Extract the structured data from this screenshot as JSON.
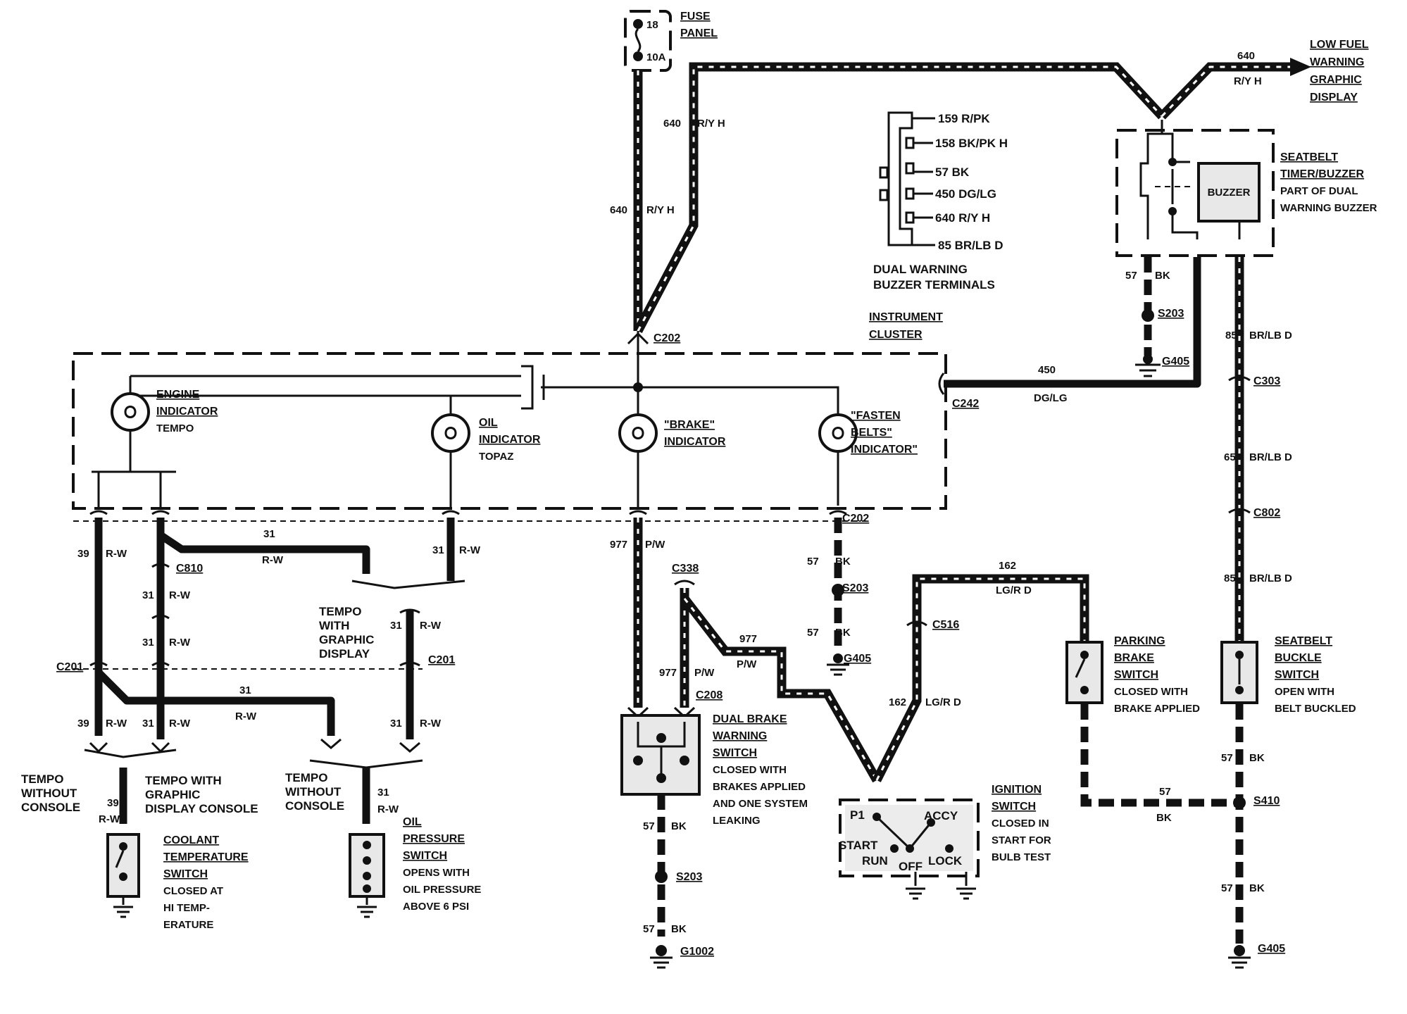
{
  "fuse_panel": {
    "line1": "FUSE",
    "line2": "PANEL",
    "fuse_num": "18",
    "rating": "10A"
  },
  "low_fuel": {
    "wire": "640",
    "color": "R/Y H",
    "lines": [
      "LOW FUEL",
      "WARNING",
      "GRAPHIC",
      "DISPLAY"
    ]
  },
  "feed_wire": {
    "num": "640",
    "color": "R/Y H"
  },
  "terminals": {
    "items": [
      "159 R/PK",
      "158 BK/PK H",
      "57 BK",
      "450 DG/LG",
      "640 R/Y H",
      "85 BR/LB D"
    ],
    "caption1": "DUAL WARNING",
    "caption2": "BUZZER TERMINALS"
  },
  "seatbelt_timer": {
    "lines": [
      "SEATBELT",
      "TIMER/BUZZER",
      "PART OF DUAL",
      "WARNING BUZZER"
    ],
    "buzzer": "BUZZER"
  },
  "instrument_cluster": {
    "line1": "INSTRUMENT",
    "line2": "CLUSTER"
  },
  "connectors": {
    "c202_top": "C202",
    "c202_bottom": "C202",
    "c242": "C242",
    "c303": "C303",
    "c802": "C802",
    "c810": "C810",
    "c201_left": "C201",
    "c201_right": "C201",
    "c338": "C338",
    "c208": "C208",
    "c516": "C516"
  },
  "splices": {
    "s203_top": "S203",
    "s203_mid": "S203",
    "s203_bottom": "S203",
    "s410": "S410"
  },
  "grounds": {
    "g405_top": "G405",
    "g405_mid": "G405",
    "g405_bottom": "G405",
    "g1002": "G1002"
  },
  "indicators": {
    "engine": [
      "ENGINE",
      "INDICATOR"
    ],
    "engine_note": "TEMPO",
    "oil": [
      "OIL",
      "INDICATOR"
    ],
    "oil_note": "TOPAZ",
    "brake": [
      "\"BRAKE\"",
      "INDICATOR"
    ],
    "fasten": [
      "\"FASTEN",
      "BELTS\"",
      "INDICATOR\""
    ]
  },
  "wire_labels": {
    "w450": "450",
    "w450_color": "DG/LG",
    "w85": "85",
    "w85_color": "BR/LB D",
    "w65": "65",
    "w65_color": "BR/LB D",
    "w57": "57",
    "w57_color": "BK",
    "w977": "977",
    "w977_color": "P/W",
    "w162": "162",
    "w162_color": "LG/R D",
    "w39": "39",
    "w31": "31",
    "rw": "R-W"
  },
  "variants": {
    "tempo_graphic": [
      "TEMPO",
      "WITH",
      "GRAPHIC",
      "DISPLAY"
    ],
    "tempo_without_left": [
      "TEMPO",
      "WITHOUT",
      "CONSOLE"
    ],
    "tempo_with_console": [
      "TEMPO WITH",
      "GRAPHIC",
      "DISPLAY CONSOLE"
    ],
    "tempo_without_right": [
      "TEMPO",
      "WITHOUT",
      "CONSOLE"
    ]
  },
  "coolant": {
    "lines": [
      "COOLANT",
      "TEMPERATURE",
      "SWITCH"
    ],
    "notes": [
      "CLOSED AT",
      "HI TEMP-",
      "ERATURE"
    ]
  },
  "oil_pressure": {
    "lines": [
      "OIL",
      "PRESSURE",
      "SWITCH"
    ],
    "notes": [
      "OPENS WITH",
      "OIL PRESSURE",
      "ABOVE 6 PSI"
    ]
  },
  "dual_brake": {
    "lines": [
      "DUAL BRAKE",
      "WARNING",
      "SWITCH"
    ],
    "notes": [
      "CLOSED WITH",
      "BRAKES APPLIED",
      "AND ONE SYSTEM",
      "LEAKING"
    ]
  },
  "ignition": {
    "lines": [
      "IGNITION",
      "SWITCH"
    ],
    "notes": [
      "CLOSED IN",
      "START FOR",
      "BULB TEST"
    ],
    "positions": {
      "p1": "P1",
      "accy": "ACCY",
      "start": "START",
      "run": "RUN",
      "off": "OFF",
      "lock": "LOCK"
    }
  },
  "parking_brake": {
    "lines": [
      "PARKING",
      "BRAKE",
      "SWITCH"
    ],
    "notes": [
      "CLOSED WITH",
      "BRAKE APPLIED"
    ]
  },
  "seatbelt_buckle": {
    "lines": [
      "SEATBELT",
      "BUCKLE",
      "SWITCH"
    ],
    "notes": [
      "OPEN WITH",
      "BELT BUCKLED"
    ]
  }
}
